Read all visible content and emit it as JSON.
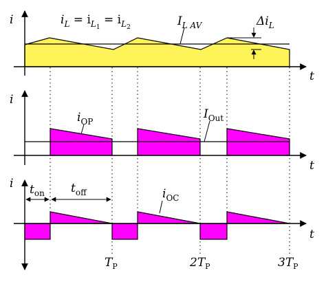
{
  "colors": {
    "inductor_fill": "#fff35a",
    "pulse_fill": "#ff00ff",
    "line": "#000000"
  },
  "panel_top": {
    "axis_y_label": "i",
    "axis_x_label": "t",
    "label_iL_main": "i",
    "label_iL_sub": "L",
    "label_eq1": " = i",
    "label_L1": "L",
    "label_L1_sub": "1",
    "label_eq2": " = i",
    "label_L2": "L",
    "label_L2_sub": "2",
    "label_IL": "I",
    "label_IL_sub": "L AV",
    "label_delta": "Δi",
    "label_delta_sub": "L"
  },
  "panel_mid": {
    "axis_y_label": "i",
    "axis_x_label": "t",
    "label_iOP": "i",
    "label_iOP_sub": "OP",
    "label_IOut": "I",
    "label_IOut_sub": "Out"
  },
  "panel_bot": {
    "axis_y_label": "i",
    "axis_x_label": "t",
    "label_ton": "t",
    "label_ton_sub": "on",
    "label_toff": "t",
    "label_toff_sub": "off",
    "label_iOC": "i",
    "label_iOC_sub": "OC",
    "tick_TP": "T",
    "tick_TP_sub": "P",
    "tick_2TP": "2T",
    "tick_2TP_sub": "P",
    "tick_3TP": "3T",
    "tick_3TP_sub": "P"
  }
}
